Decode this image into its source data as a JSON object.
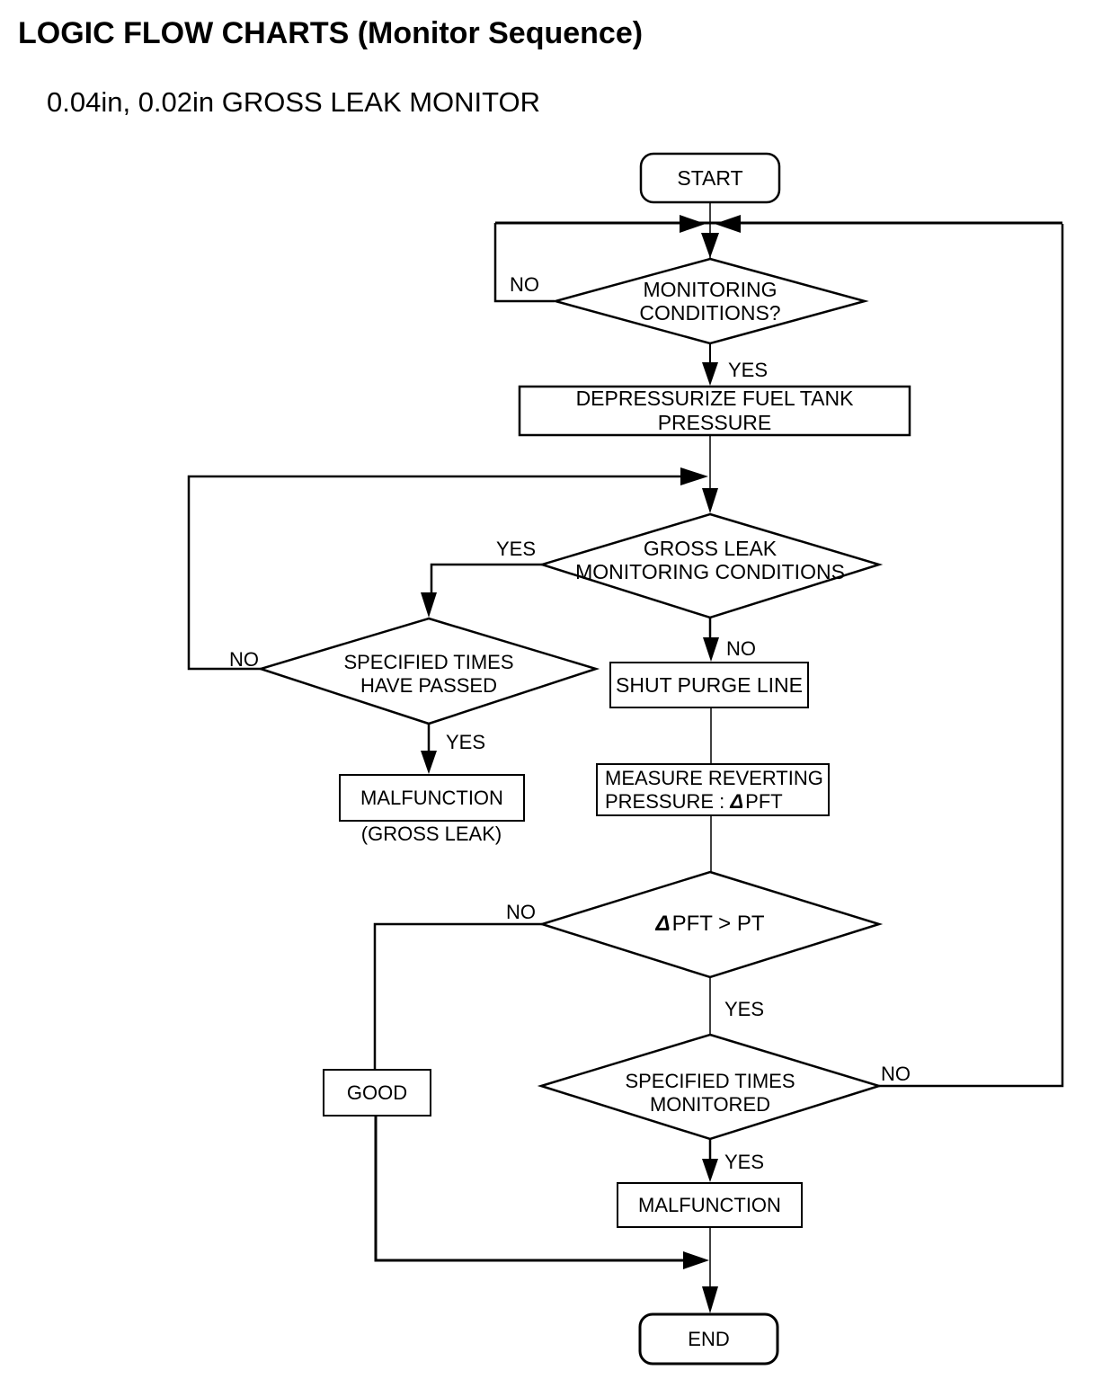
{
  "page": {
    "title": "LOGIC FLOW CHARTS (Monitor Sequence)",
    "subtitle": "0.04in, 0.02in GROSS LEAK MONITOR"
  },
  "flowchart": {
    "terminals": {
      "start": "START",
      "end": "END"
    },
    "decisions": {
      "monitoring_conditions": {
        "line1": "MONITORING",
        "line2": "CONDITIONS?"
      },
      "gross_leak_conditions": {
        "line1": "GROSS LEAK",
        "line2": "MONITORING CONDITIONS"
      },
      "specified_times_passed": {
        "line1": "SPECIFIED TIMES",
        "line2": "HAVE PASSED"
      },
      "delta_pft_gt_pt": {
        "delta": "Δ",
        "text": "PFT > PT"
      },
      "specified_times_monitored": {
        "line1": "SPECIFIED TIMES",
        "line2": "MONITORED"
      }
    },
    "processes": {
      "depressurize": "DEPRESSURIZE FUEL TANK PRESSURE",
      "shut_purge": "SHUT PURGE LINE",
      "measure_line1": "MEASURE REVERTING",
      "measure_line2_prefix": "PRESSURE : ",
      "measure_delta": "Δ",
      "measure_line2_suffix": "PFT",
      "malfunction_gross": "MALFUNCTION",
      "malfunction_gross_note": "(GROSS LEAK)",
      "good": "GOOD",
      "malfunction_final": "MALFUNCTION"
    },
    "branch_labels": {
      "monitoring_no": "NO",
      "monitoring_yes": "YES",
      "gross_leak_yes": "YES",
      "gross_leak_no": "NO",
      "times_passed_no": "NO",
      "times_passed_yes": "YES",
      "pft_no": "NO",
      "pft_yes": "YES",
      "times_monitored_no": "NO",
      "times_monitored_yes": "YES"
    },
    "colors": {
      "line": "#000000",
      "background": "#ffffff",
      "text": "#000000"
    }
  }
}
